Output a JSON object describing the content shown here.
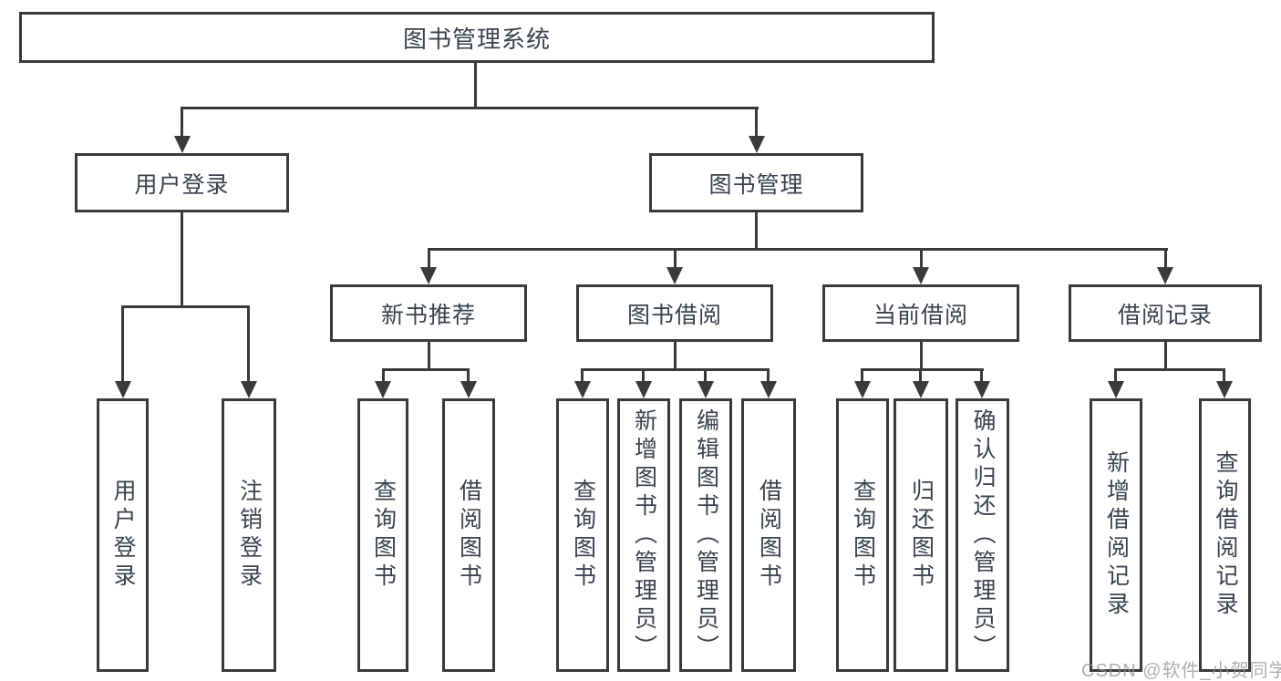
{
  "diagram": {
    "root": "图书管理系统",
    "branches": [
      {
        "label": "用户登录",
        "children": [
          "用户登录",
          "注销登录"
        ]
      },
      {
        "label": "图书管理",
        "children": [
          {
            "label": "新书推荐",
            "children": [
              "查询图书",
              "借阅图书"
            ]
          },
          {
            "label": "图书借阅",
            "children": [
              "查询图书",
              "新增图书（管理员）",
              "编辑图书（管理员）",
              "借阅图书"
            ]
          },
          {
            "label": "当前借阅",
            "children": [
              "查询图书",
              "归还图书",
              "确认归还（管理员）"
            ]
          },
          {
            "label": "借阅记录",
            "children": [
              "新增借阅记录",
              "查询借阅记录"
            ]
          }
        ]
      }
    ]
  },
  "watermark": "CSDN @软件_小贺同学",
  "colors": {
    "line": "#3a3a3a",
    "text": "#3b414d",
    "background": "#ffffff",
    "watermark": "#919191"
  }
}
